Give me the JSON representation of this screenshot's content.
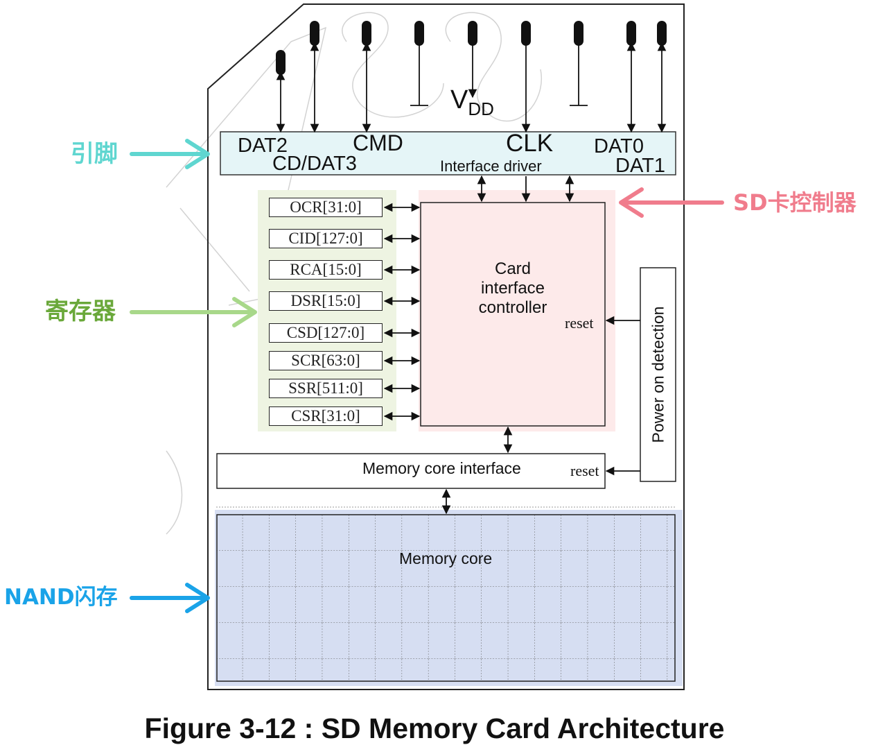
{
  "pins": {
    "dat2": "DAT2",
    "cd_dat3": "CD/DAT3",
    "cmd": "CMD",
    "clk": "CLK",
    "dat0": "DAT0",
    "dat1": "DAT1",
    "vdd_v": "V",
    "vdd_sub": "DD"
  },
  "interface_driver": "Interface driver",
  "registers": [
    "OCR[31:0]",
    "CID[127:0]",
    "RCA[15:0]",
    "DSR[15:0]",
    "CSD[127:0]",
    "SCR[63:0]",
    "SSR[511:0]",
    "CSR[31:0]"
  ],
  "controller": {
    "line1": "Card",
    "line2": "interface",
    "line3": "controller",
    "reset": "reset"
  },
  "power_on_detection": "Power on detection",
  "memory_core_interface": {
    "label": "Memory core interface",
    "reset": "reset"
  },
  "memory_core": "Memory core",
  "annotations": {
    "pins": "引脚",
    "registers": "寄存器",
    "nand": "NAND闪存",
    "controller": "SD卡控制器"
  },
  "caption": "Figure 3-12 : SD Memory Card Architecture",
  "colors": {
    "pins_annotation": "#5fd6d0",
    "registers_annotation": "#6aa83a",
    "nand_annotation": "#1aa3e8",
    "controller_annotation": "#f07c8c",
    "interface_fill": "#e5f5f7",
    "controller_fill": "#fdeaea",
    "registers_fill": "#eef4e2",
    "memory_fill": "#d6def2"
  }
}
